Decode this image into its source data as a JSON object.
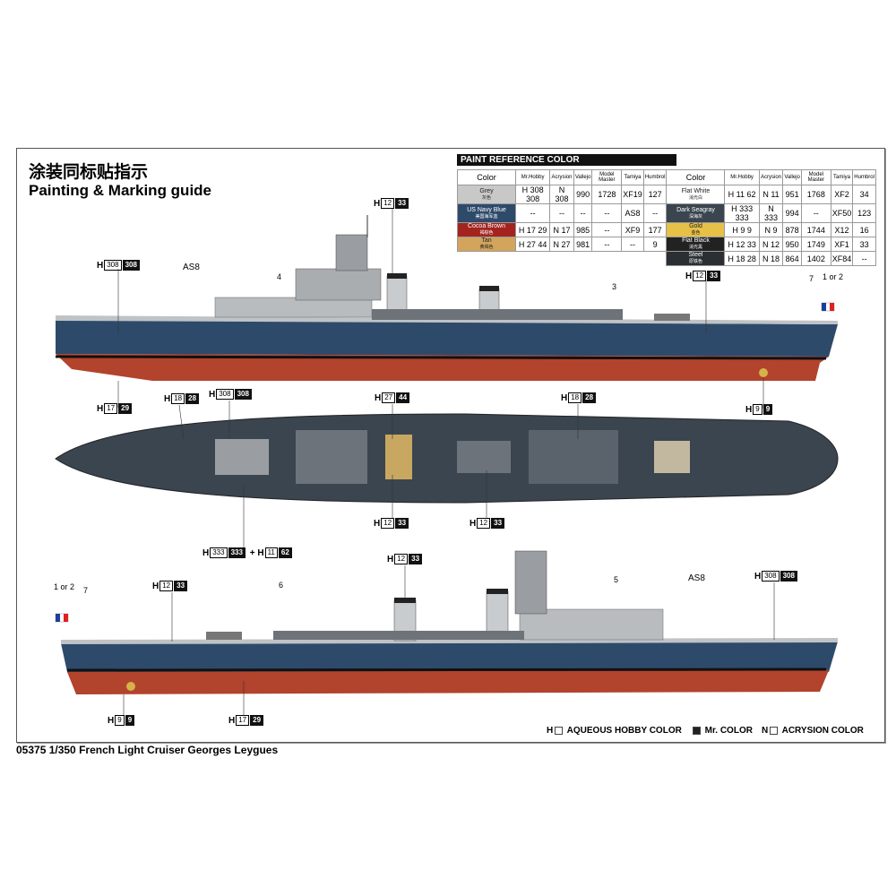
{
  "title_cn": "涂装同标贴指示",
  "title_en": "Painting & Marking guide",
  "caption": "05375 1/350 French Light Cruiser Georges Leygues",
  "paint_table": {
    "title": "PAINT  REFERENCE COLOR",
    "headers": [
      "Color",
      "Mr.Hobby",
      "Acrysion",
      "Vallejo",
      "Model Master",
      "Tamiya",
      "Humbrol"
    ],
    "left": [
      {
        "name": "Grey",
        "cn": "灰色",
        "color": "#c8c8c8",
        "mrhobby": "H 308 308",
        "acrysion": "N 308",
        "vallejo": "990",
        "model_master": "1728",
        "tamiya": "XF19",
        "humbrol": "127"
      },
      {
        "name": "US Navy Blue",
        "cn": "美国海军蓝",
        "color": "#2e4a6b",
        "mrhobby": "--",
        "acrysion": "--",
        "vallejo": "--",
        "model_master": "--",
        "tamiya": "AS8",
        "humbrol": "--"
      },
      {
        "name": "Cocoa Brown",
        "cn": "褐棕色",
        "color": "#a3241f",
        "mrhobby": "H 17 29",
        "acrysion": "N 17",
        "vallejo": "985",
        "model_master": "--",
        "tamiya": "XF9",
        "humbrol": "177"
      },
      {
        "name": "Tan",
        "cn": "黄褐色",
        "color": "#d2a45c",
        "mrhobby": "H 27 44",
        "acrysion": "N 27",
        "vallejo": "981",
        "model_master": "--",
        "tamiya": "--",
        "humbrol": "9"
      }
    ],
    "right": [
      {
        "name": "Flat White",
        "cn": "消光白",
        "color": "#ffffff",
        "mrhobby": "H 11 62",
        "acrysion": "N 11",
        "vallejo": "951",
        "model_master": "1768",
        "tamiya": "XF2",
        "humbrol": "34"
      },
      {
        "name": "Dark Seagray",
        "cn": "深海灰",
        "color": "#3a4550",
        "mrhobby": "H 333 333",
        "acrysion": "N 333",
        "vallejo": "994",
        "model_master": "--",
        "tamiya": "XF50",
        "humbrol": "123"
      },
      {
        "name": "Gold",
        "cn": "金色",
        "color": "#e6c047",
        "mrhobby": "H 9 9",
        "acrysion": "N 9",
        "vallejo": "878",
        "model_master": "1744",
        "tamiya": "X12",
        "humbrol": "16"
      },
      {
        "name": "Flat Black",
        "cn": "消光黑",
        "color": "#222222",
        "mrhobby": "H 12 33",
        "acrysion": "N 12",
        "vallejo": "950",
        "model_master": "1749",
        "tamiya": "XF1",
        "humbrol": "33"
      },
      {
        "name": "Steel",
        "cn": "原铁色",
        "color": "#2b2f33",
        "mrhobby": "H 18 28",
        "acrysion": "N 18",
        "vallejo": "864",
        "model_master": "1402",
        "tamiya": "XF84",
        "humbrol": "--"
      }
    ]
  },
  "callouts": [
    {
      "h": "H",
      "a": "12",
      "b": "33"
    },
    {
      "h": "H",
      "a": "308",
      "b": "308"
    },
    {
      "h": "H",
      "a": "12",
      "b": "33"
    },
    {
      "h": "H",
      "a": "17",
      "b": "29"
    },
    {
      "h": "H",
      "a": "9",
      "b": "9"
    },
    {
      "h": "H",
      "a": "18",
      "b": "28"
    },
    {
      "h": "H",
      "a": "308",
      "b": "308"
    },
    {
      "h": "H",
      "a": "27",
      "b": "44"
    },
    {
      "h": "H",
      "a": "18",
      "b": "28"
    },
    {
      "h": "H",
      "a": "12",
      "b": "33"
    },
    {
      "h": "H",
      "a": "12",
      "b": "33"
    },
    {
      "h": "H",
      "a": "333",
      "b": "333"
    },
    {
      "h": "+ H",
      "a": "11",
      "b": "62"
    },
    {
      "h": "H",
      "a": "12",
      "b": "33"
    },
    {
      "h": "H",
      "a": "12",
      "b": "33"
    },
    {
      "h": "H",
      "a": "308",
      "b": "308"
    },
    {
      "h": "H",
      "a": "9",
      "b": "9"
    },
    {
      "h": "H",
      "a": "17",
      "b": "29"
    }
  ],
  "labels": {
    "as8": "AS8",
    "n4": "4",
    "n3": "3",
    "n7": "7",
    "n1or2": "1 or 2",
    "n6": "6",
    "n5": "5"
  },
  "legend": {
    "aqueous": "AQUEOUS HOBBY COLOR",
    "mr": "Mr. COLOR",
    "acrysion": "ACRYSION COLOR",
    "h": "H",
    "n": "N"
  }
}
